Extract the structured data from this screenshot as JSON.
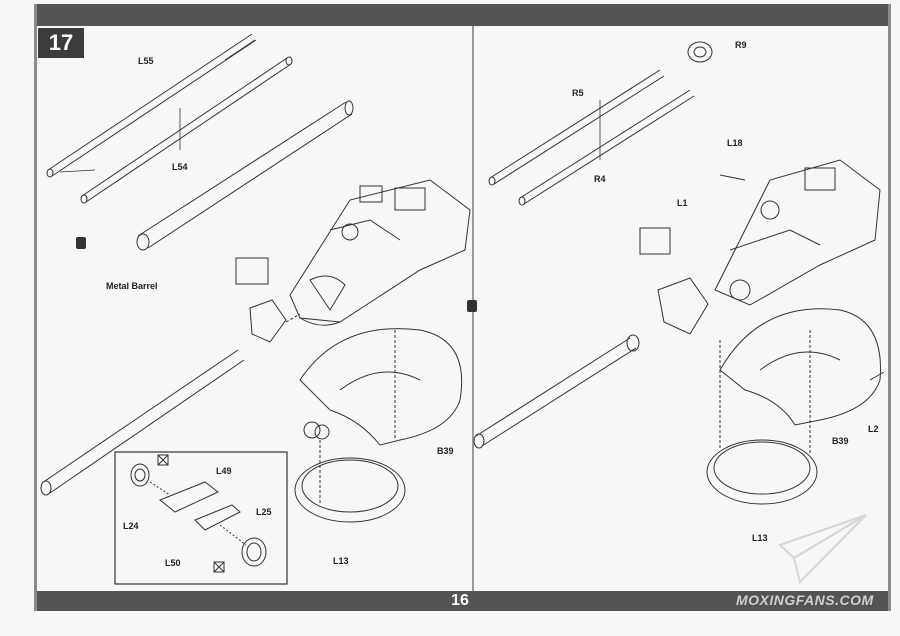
{
  "manual": {
    "step_number": "17",
    "page_number": "16",
    "watermark": "MOXINGFANS.COM"
  },
  "left_panel": {
    "labels": {
      "l55": "L55",
      "l54": "L54",
      "metal_barrel": "Metal Barrel",
      "b39": "B39",
      "l13": "L13",
      "l49": "L49",
      "l24": "L24",
      "l25": "L25",
      "l50": "L50"
    }
  },
  "right_panel": {
    "labels": {
      "r9": "R9",
      "r5": "R5",
      "r4": "R4",
      "l18": "L18",
      "l1": "L1",
      "b39": "B39",
      "l2": "L2",
      "l13": "L13"
    }
  }
}
